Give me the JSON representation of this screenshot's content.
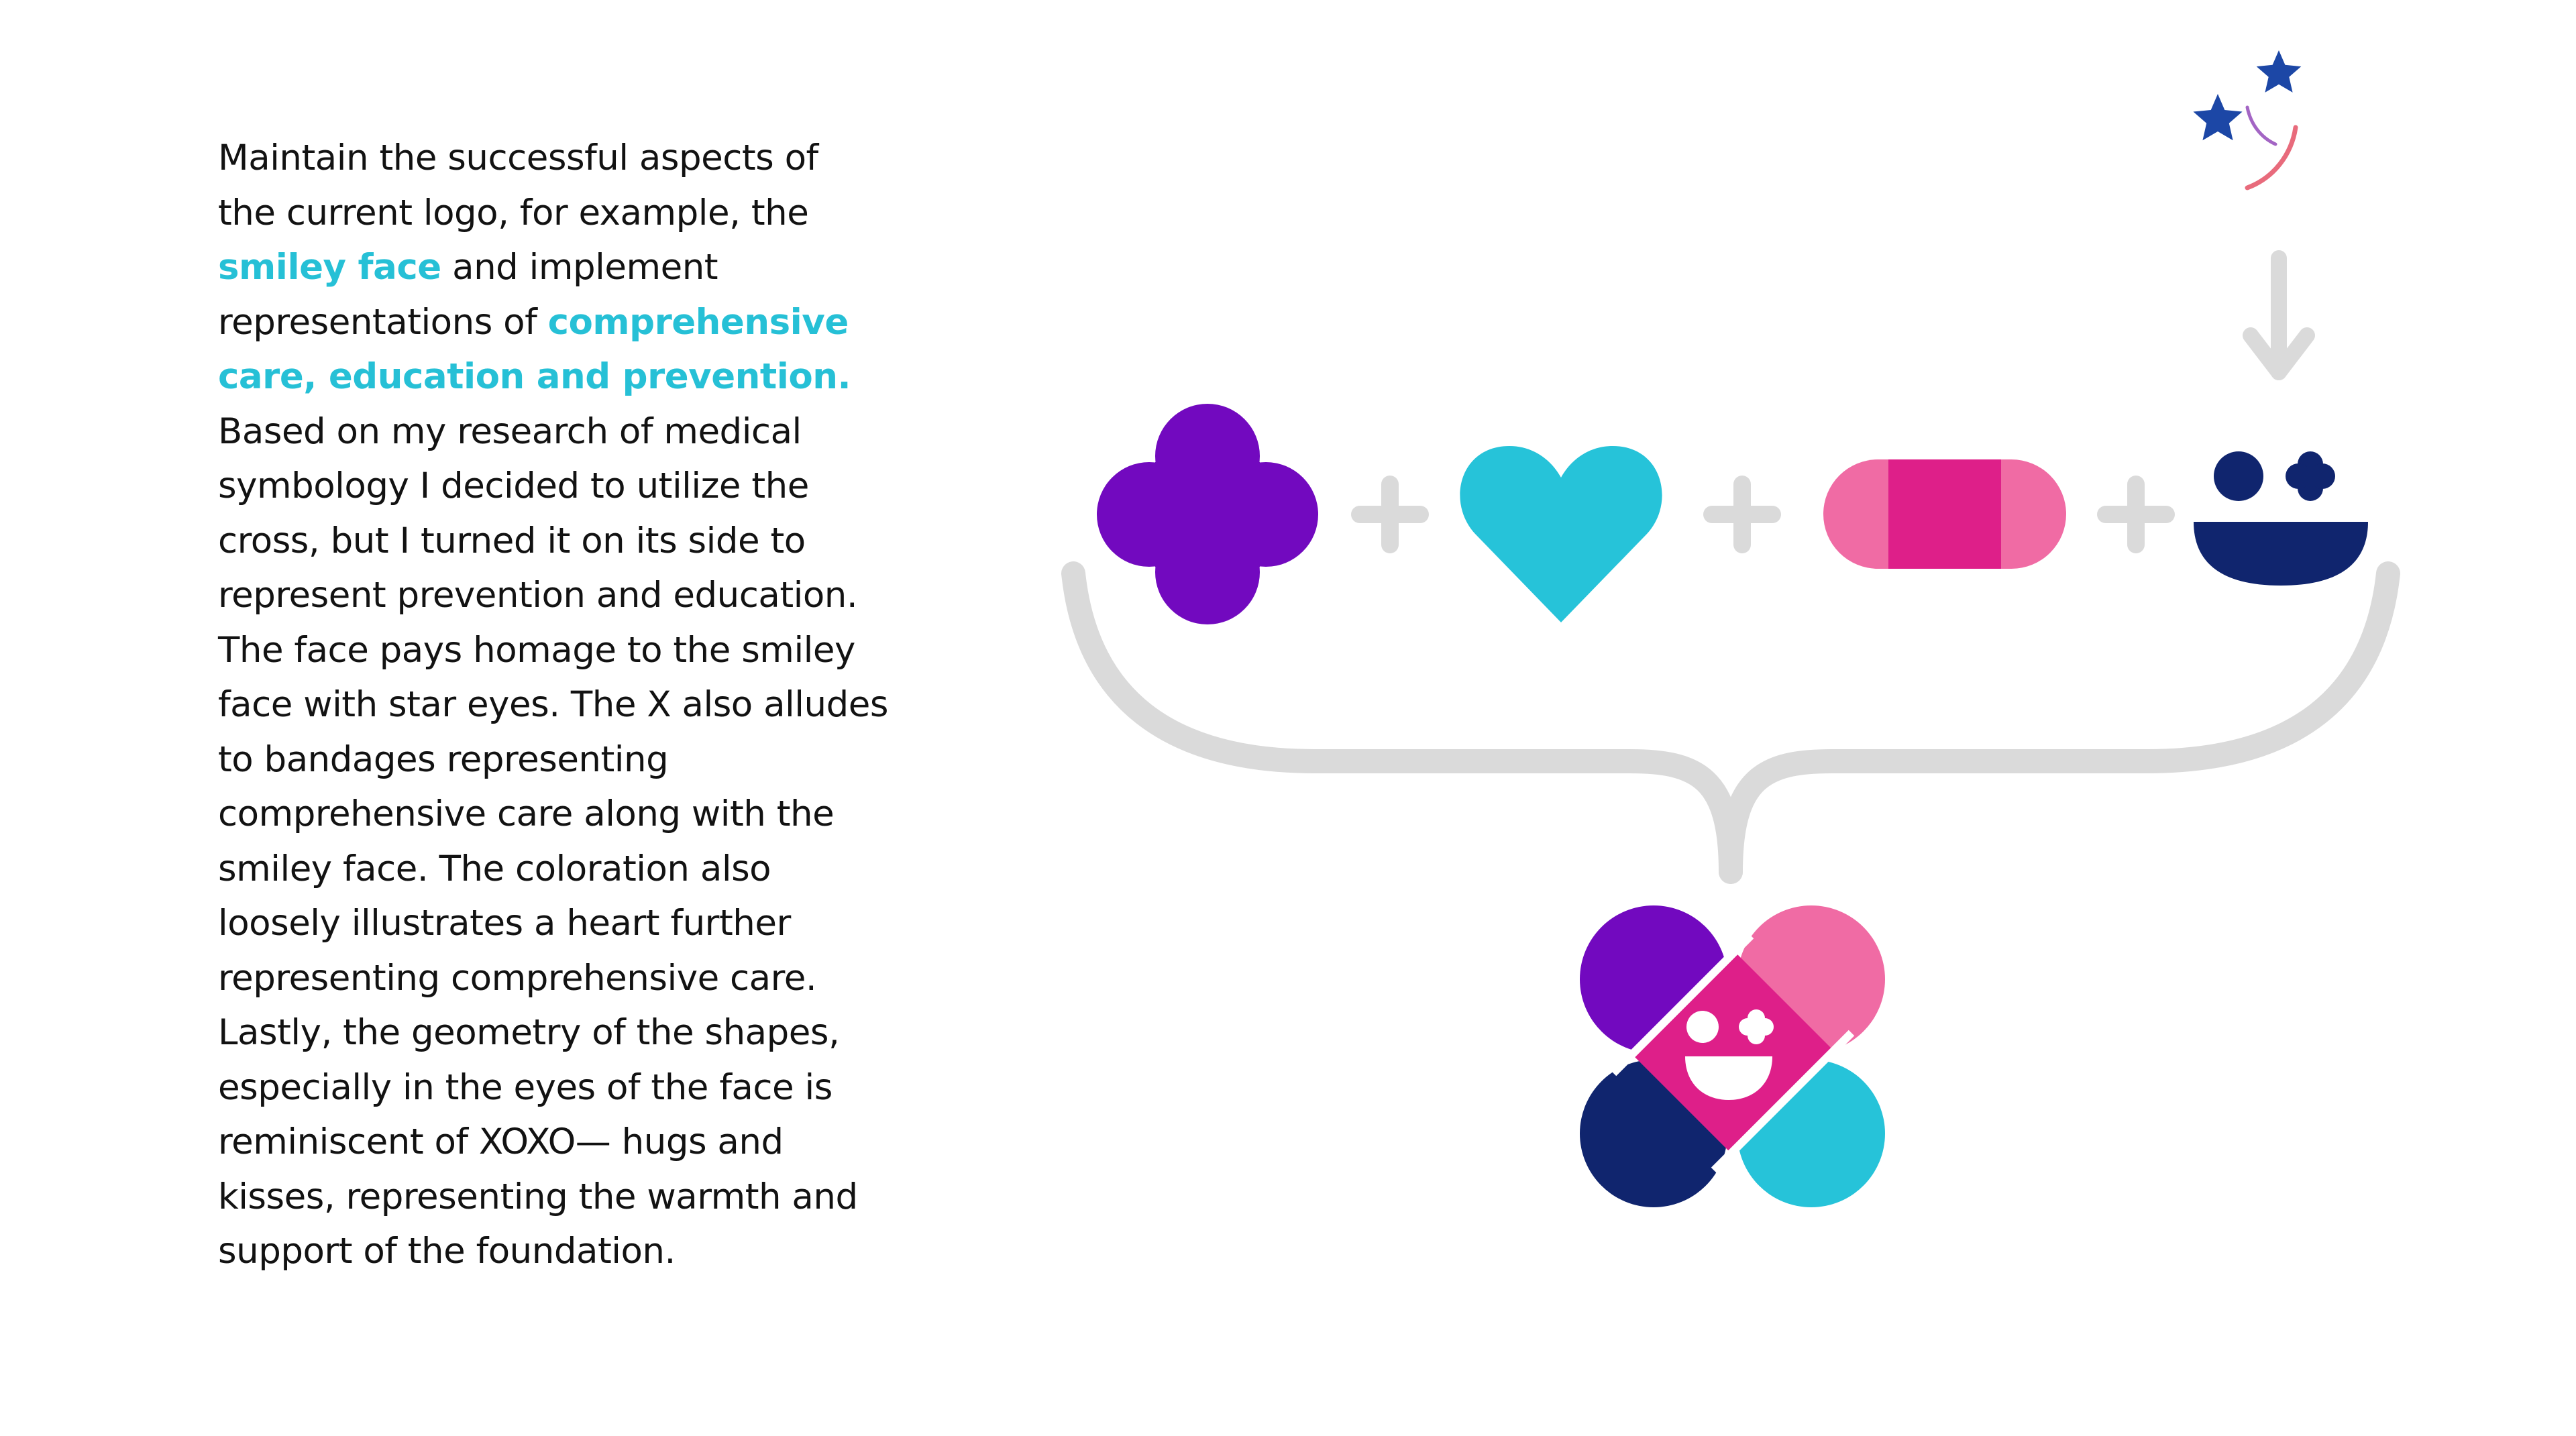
{
  "description": {
    "lines": [
      {
        "text": "Maintain the successful aspects of"
      },
      {
        "text": "the current logo, for example, the"
      },
      {
        "highlight": "smiley face",
        "text": " and implement"
      },
      {
        "text": "representations of ",
        "highlight": "comprehensive"
      },
      {
        "highlight": "care, education and prevention."
      },
      {
        "text": "Based on my research of medical"
      },
      {
        "text": "symbology I decided to utilize the"
      },
      {
        "text": "cross, but I turned it on its side to"
      },
      {
        "text": "represent prevention and education."
      },
      {
        "text": "The face pays homage to the smiley"
      },
      {
        "text": "face with star eyes. The X also alludes"
      },
      {
        "text": "to bandages representing"
      },
      {
        "text": "comprehensive care along with the"
      },
      {
        "text": "smiley face. The coloration also"
      },
      {
        "text": "loosely illustrates a heart further"
      },
      {
        "text": "representing comprehensive care."
      },
      {
        "text": "Lastly, the geometry of the shapes,"
      },
      {
        "text": "especially in the eyes of the face is"
      },
      {
        "text": "reminiscent of XOXO— hugs and"
      },
      {
        "text": "kisses, representing the warmth and"
      },
      {
        "text": "support of the foundation."
      }
    ]
  },
  "diagram": {
    "old_logo": {
      "icons": [
        "star-icon",
        "star-icon",
        "smile-arc-icon"
      ]
    },
    "components": [
      "cross-icon",
      "heart-icon",
      "bandage-icon",
      "xo-face-icon"
    ],
    "result": "combined-logo-icon"
  },
  "colors": {
    "text": "#121212",
    "highlight": "#26C0D6",
    "purple": "#7209BF",
    "cyan": "#26C3D9",
    "pink_light": "#F06BA4",
    "pink_dark": "#DE1F89",
    "navy": "#10256E",
    "connector": "#DADADA",
    "star_blue": "#1C47A6"
  }
}
